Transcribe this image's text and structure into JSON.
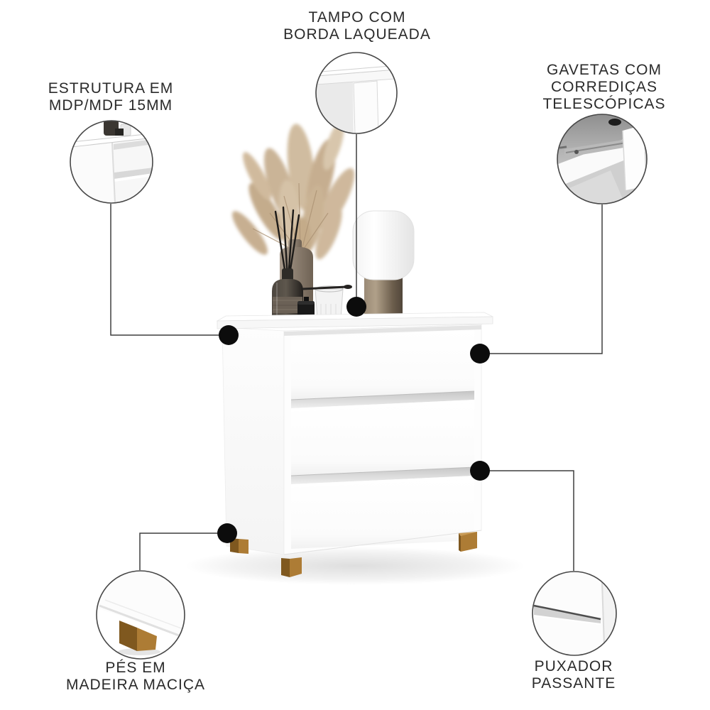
{
  "colors": {
    "background": "#ffffff",
    "text": "#2a2a2a",
    "line": "#3f3f3f",
    "dot": "#0c0c0c",
    "wood_light": "#ad7c35",
    "wood_dark": "#7f581f",
    "lamp_base": "#8a7a66",
    "pampas": "#c6ae8f"
  },
  "callouts": [
    {
      "id": "tampo",
      "lines": [
        "TAMPO COM",
        "BORDA LAQUEADA"
      ]
    },
    {
      "id": "estrutura",
      "lines": [
        "ESTRUTURA EM",
        "MDP/MDF 15MM"
      ]
    },
    {
      "id": "gavetas",
      "lines": [
        "GAVETAS COM",
        "CORREDIÇAS",
        "TELESCÓPICAS"
      ]
    },
    {
      "id": "pes",
      "lines": [
        "PÉS EM",
        "MADEIRA MACIÇA"
      ]
    },
    {
      "id": "puxador",
      "lines": [
        "PUXADOR",
        "PASSANTE"
      ]
    }
  ]
}
